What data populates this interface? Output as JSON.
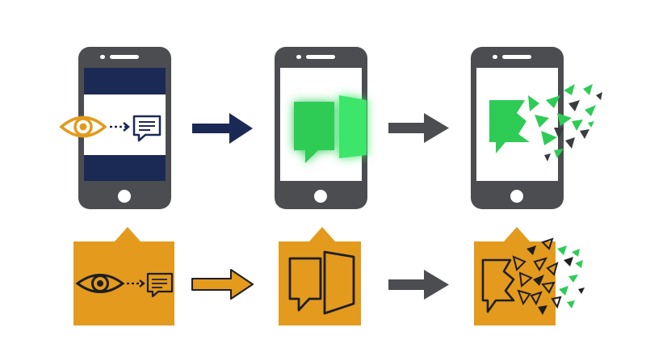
{
  "colors": {
    "background": "#ffffff",
    "phone_body": "#4b4d50",
    "phone_button": "#ffffff",
    "screen_white": "#ffffff",
    "navy": "#1b2a55",
    "orange": "#e39a1d",
    "orange_outline": "#1e1e1e",
    "green": "#2ecc55",
    "green_light": "#3ee66a",
    "arrow_gray": "#4b4d50",
    "shard_dark": "#3a3c3f"
  },
  "rows": [
    {
      "name": "phones",
      "stages": [
        "view-to-message",
        "message-split",
        "message-shatter"
      ]
    },
    {
      "name": "cards",
      "stages": [
        "view-to-message",
        "message-split",
        "message-shatter"
      ]
    }
  ],
  "icons": [
    "eye-icon",
    "dotted-arrow-icon",
    "chat-bubble-icon",
    "right-arrow-icon",
    "split-chat-bubble-icon",
    "shattered-chat-bubble-icon"
  ]
}
